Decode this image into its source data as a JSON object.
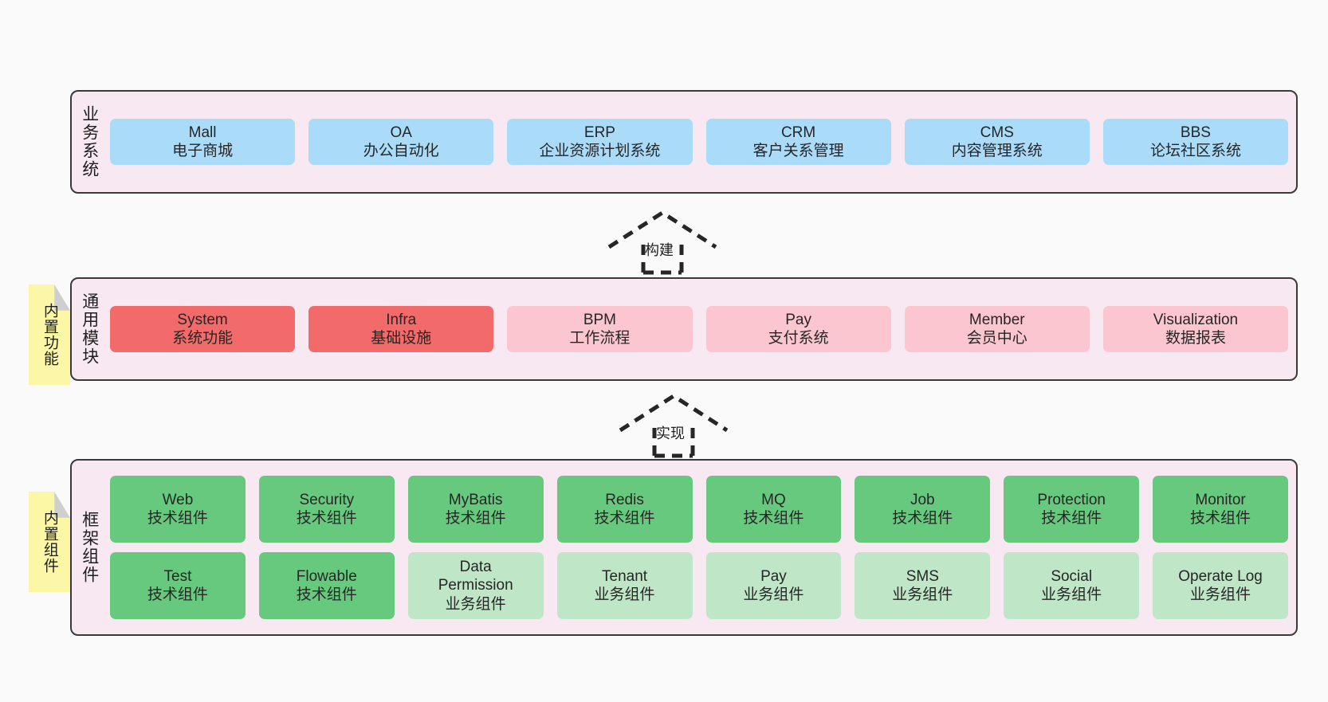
{
  "diagram": {
    "background_color": "#fafafa",
    "layer_fill": "#f8e8f2",
    "layer_border": "#3a3a3a",
    "note_fill": "#fbf7a6"
  },
  "layers": [
    {
      "id": "business-systems",
      "title": "业务系统",
      "rows": [
        {
          "cards": [
            {
              "name": "Mall",
              "sub": "电子商城",
              "color": "#aadcfa",
              "style": "c-blue"
            },
            {
              "name": "OA",
              "sub": "办公自动化",
              "color": "#aadcfa",
              "style": "c-blue"
            },
            {
              "name": "ERP",
              "sub": "企业资源计划系统",
              "color": "#aadcfa",
              "style": "c-blue"
            },
            {
              "name": "CRM",
              "sub": "客户关系管理",
              "color": "#aadcfa",
              "style": "c-blue"
            },
            {
              "name": "CMS",
              "sub": "内容管理系统",
              "color": "#aadcfa",
              "style": "c-blue"
            },
            {
              "name": "BBS",
              "sub": "论坛社区系统",
              "color": "#aadcfa",
              "style": "c-blue"
            }
          ]
        }
      ]
    },
    {
      "id": "common-modules",
      "title": "通用模块",
      "note": "内置功能",
      "rows": [
        {
          "cards": [
            {
              "name": "System",
              "sub": "系统功能",
              "color": "#f26a6a",
              "style": "c-red"
            },
            {
              "name": "Infra",
              "sub": "基础设施",
              "color": "#f26a6a",
              "style": "c-red"
            },
            {
              "name": "BPM",
              "sub": "工作流程",
              "color": "#fcc6d0",
              "style": "c-pink"
            },
            {
              "name": "Pay",
              "sub": "支付系统",
              "color": "#fcc6d0",
              "style": "c-pink"
            },
            {
              "name": "Member",
              "sub": "会员中心",
              "color": "#fcc6d0",
              "style": "c-pink"
            },
            {
              "name": "Visualization",
              "sub": "数据报表",
              "color": "#fcc6d0",
              "style": "c-pink"
            }
          ]
        }
      ]
    },
    {
      "id": "framework-components",
      "title": "框架组件",
      "note": "内置组件",
      "rows": [
        {
          "cards": [
            {
              "name": "Web",
              "sub": "技术组件",
              "color": "#66c97e",
              "style": "c-green"
            },
            {
              "name": "Security",
              "sub": "技术组件",
              "color": "#66c97e",
              "style": "c-green"
            },
            {
              "name": "MyBatis",
              "sub": "技术组件",
              "color": "#66c97e",
              "style": "c-green"
            },
            {
              "name": "Redis",
              "sub": "技术组件",
              "color": "#66c97e",
              "style": "c-green"
            },
            {
              "name": "MQ",
              "sub": "技术组件",
              "color": "#66c97e",
              "style": "c-green"
            },
            {
              "name": "Job",
              "sub": "技术组件",
              "color": "#66c97e",
              "style": "c-green"
            },
            {
              "name": "Protection",
              "sub": "技术组件",
              "color": "#66c97e",
              "style": "c-green"
            },
            {
              "name": "Monitor",
              "sub": "技术组件",
              "color": "#66c97e",
              "style": "c-green"
            }
          ]
        },
        {
          "cards": [
            {
              "name": "Test",
              "sub": "技术组件",
              "color": "#66c97e",
              "style": "c-green"
            },
            {
              "name": "Flowable",
              "sub": "技术组件",
              "color": "#66c97e",
              "style": "c-green"
            },
            {
              "name": "Data",
              "name2": "Permission",
              "sub": "业务组件",
              "color": "#bfe6c6",
              "style": "c-lightgreen"
            },
            {
              "name": "Tenant",
              "sub": "业务组件",
              "color": "#bfe6c6",
              "style": "c-lightgreen"
            },
            {
              "name": "Pay",
              "sub": "业务组件",
              "color": "#bfe6c6",
              "style": "c-lightgreen"
            },
            {
              "name": "SMS",
              "sub": "业务组件",
              "color": "#bfe6c6",
              "style": "c-lightgreen"
            },
            {
              "name": "Social",
              "sub": "业务组件",
              "color": "#bfe6c6",
              "style": "c-lightgreen"
            },
            {
              "name": "Operate Log",
              "sub": "业务组件",
              "color": "#bfe6c6",
              "style": "c-lightgreen"
            }
          ]
        }
      ]
    }
  ],
  "connectors": [
    {
      "id": "build",
      "label": "构建",
      "from": "common-modules",
      "to": "business-systems"
    },
    {
      "id": "implement",
      "label": "实现",
      "from": "framework-components",
      "to": "common-modules"
    }
  ]
}
